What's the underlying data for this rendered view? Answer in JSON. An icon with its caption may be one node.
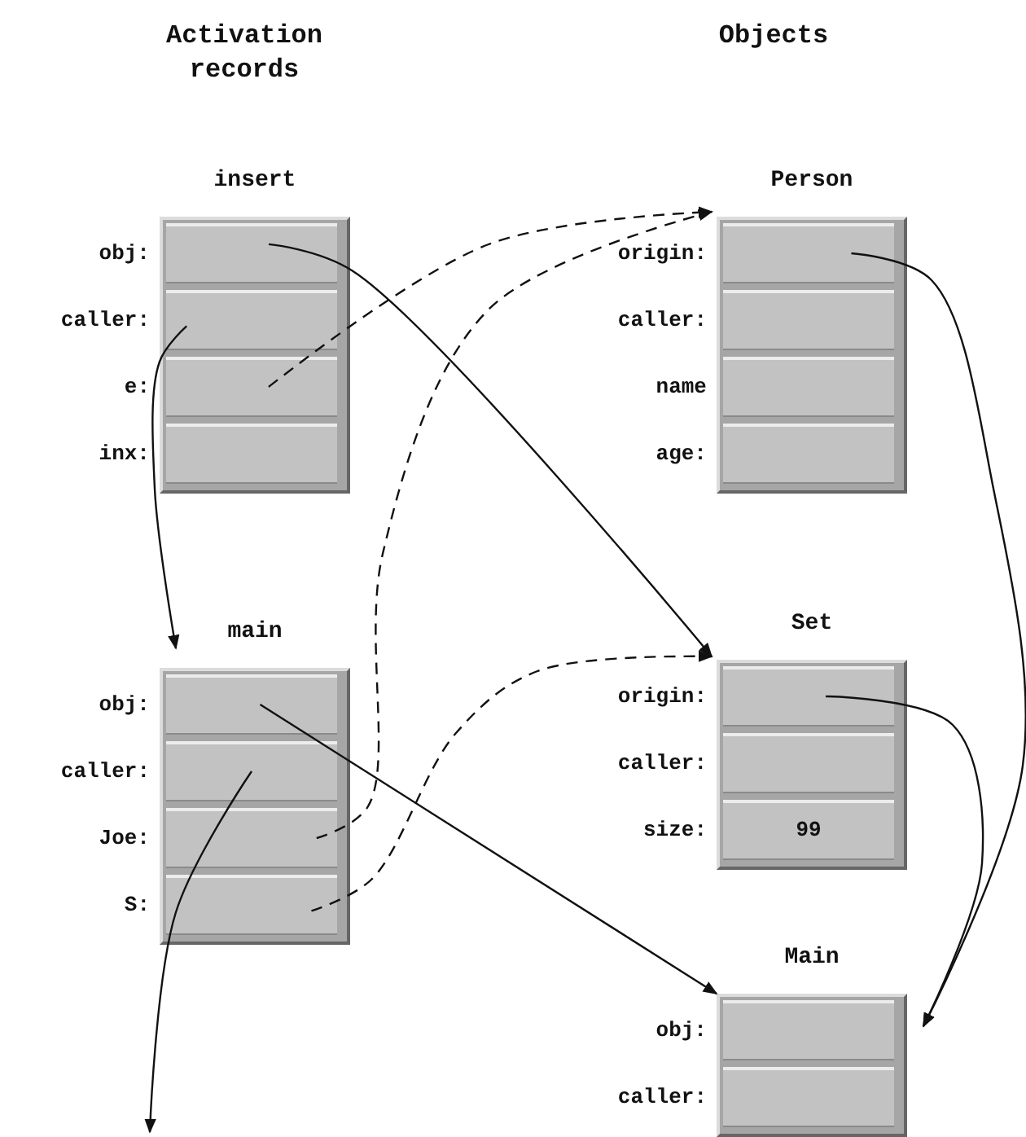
{
  "diagram": {
    "nodes": [
      {
        "text": [
          "insert"
        ]
      },
      {
        "text": [],
        "shape": "box",
        "beside": [
          "obj:"
        ],
        "in": 0
      },
      {
        "text": [],
        "shape": "box",
        "beside": [
          "caller:"
        ],
        "in": 0
      },
      {
        "text": [],
        "shape": "box",
        "beside": [
          "e:"
        ],
        "in": 0
      },
      {
        "text": [],
        "shape": "box",
        "beside": [
          "inx:"
        ],
        "in": 0
      },
      {
        "text": [
          "main"
        ]
      },
      {
        "text": [],
        "shape": "box",
        "beside": [
          "obj:"
        ],
        "in": 5
      },
      {
        "text": [],
        "shape": "box",
        "beside": [
          "caller:"
        ],
        "in": 5
      },
      {
        "text": [],
        "shape": "box",
        "beside": [
          "Joe:"
        ],
        "in": 5
      },
      {
        "text": [],
        "shape": "box",
        "beside": [
          "S:"
        ],
        "in": 5
      },
      {
        "text": [
          "Person"
        ]
      },
      {
        "text": [],
        "shape": "box",
        "beside": [
          "origin:"
        ],
        "in": 10
      },
      {
        "text": [],
        "shape": "box",
        "beside": [
          "caller:"
        ],
        "in": 10
      },
      {
        "text": [],
        "shape": "box",
        "beside": [
          "name"
        ],
        "in": 10
      },
      {
        "text": [],
        "shape": "box",
        "beside": [
          "age:"
        ],
        "in": 10
      },
      {
        "text": [
          "Set"
        ]
      },
      {
        "text": [],
        "shape": "box",
        "beside": [
          "origin:"
        ],
        "in": 15
      },
      {
        "text": [],
        "shape": "box",
        "beside": [
          "caller:"
        ],
        "in": 15
      },
      {
        "text": [
          "99"
        ],
        "beside": [
          "size:"
        ],
        "in": 15
      },
      {
        "text": [
          "Main"
        ]
      },
      {
        "text": [],
        "shape": "box",
        "beside": [
          "obj:"
        ],
        "in": 19
      },
      {
        "text": [],
        "shape": "box",
        "beside": [
          "caller:"
        ],
        "in": 19
      }
    ],
    "edges": [
      {
        "from": 1,
        "to": 15,
        "arrow": "to"
      },
      {
        "from": 2,
        "to": 5,
        "arrow": "to"
      },
      {
        "from": 3,
        "to": 10,
        "arrow": "to",
        "style": "dashed"
      },
      {
        "from": 11,
        "to": 19,
        "arrow": "to"
      },
      {
        "from": 6,
        "to": 19,
        "arrow": "to"
      },
      {
        "from": 7,
        "to": null,
        "arrow": "to"
      },
      {
        "from": 8,
        "to": 10,
        "arrow": "to",
        "style": "dashed"
      },
      {
        "from": 9,
        "to": 15,
        "arrow": "to",
        "style": "dashed"
      },
      {
        "from": 16,
        "to": 19,
        "arrow": "to"
      }
    ],
    "labels": [
      "Activation records",
      "Objects"
    ]
  }
}
